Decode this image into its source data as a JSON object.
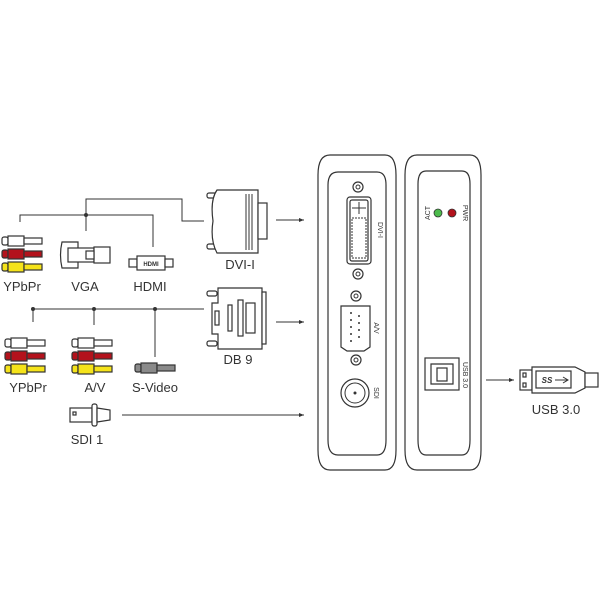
{
  "labels": {
    "dvi": "DVI-I",
    "db9": "DB 9",
    "ypbpr_top": "YPbPr",
    "vga": "VGA",
    "hdmi": "HDMI",
    "hdmi_logo": "HDMI",
    "ypbpr_bottom": "YPbPr",
    "av": "A/V",
    "svideo": "S-Video",
    "sdi": "SDI 1",
    "usb": "USB 3.0",
    "usb_logo": "SS"
  },
  "device_front": {
    "dvi_port": "DVI-I",
    "av_port": "A/V",
    "sdi_port": "SDI"
  },
  "device_back": {
    "act": "ACT",
    "pwr": "PWR",
    "usb_port": "USB 3.0"
  },
  "colors": {
    "red": "#b3121c",
    "yellow": "#f5e31a",
    "white": "#ffffff",
    "grey": "#8a8a8a",
    "act_led": "#4cbb4c",
    "pwr_led": "#b3121c"
  }
}
